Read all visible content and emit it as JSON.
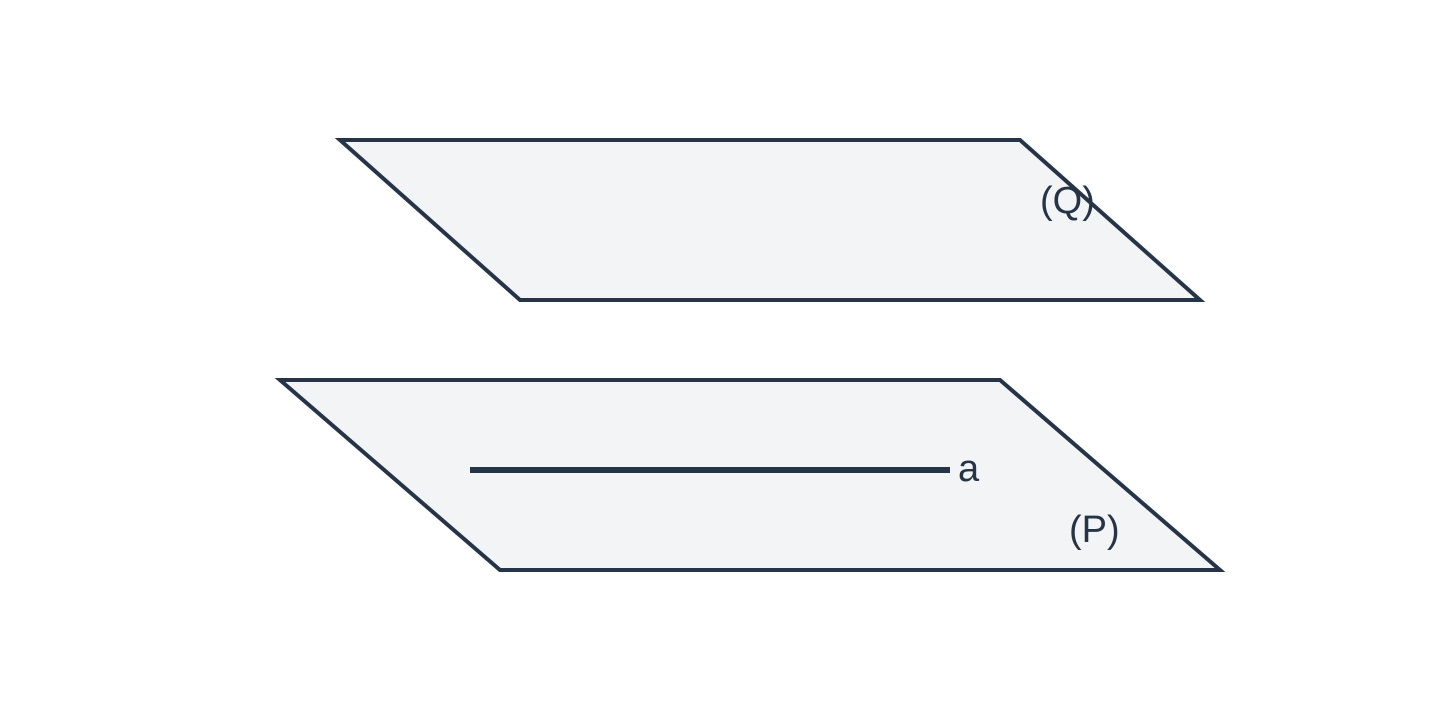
{
  "colors": {
    "stroke": "#253447",
    "plane_fill": "#f3f4f6",
    "text": "#253447",
    "background": "#ffffff"
  },
  "diagram": {
    "planes": [
      {
        "id": "Q",
        "label": "(Q)"
      },
      {
        "id": "P",
        "label": "(P)"
      }
    ],
    "line": {
      "label": "a",
      "lies_in_plane": "P"
    }
  }
}
